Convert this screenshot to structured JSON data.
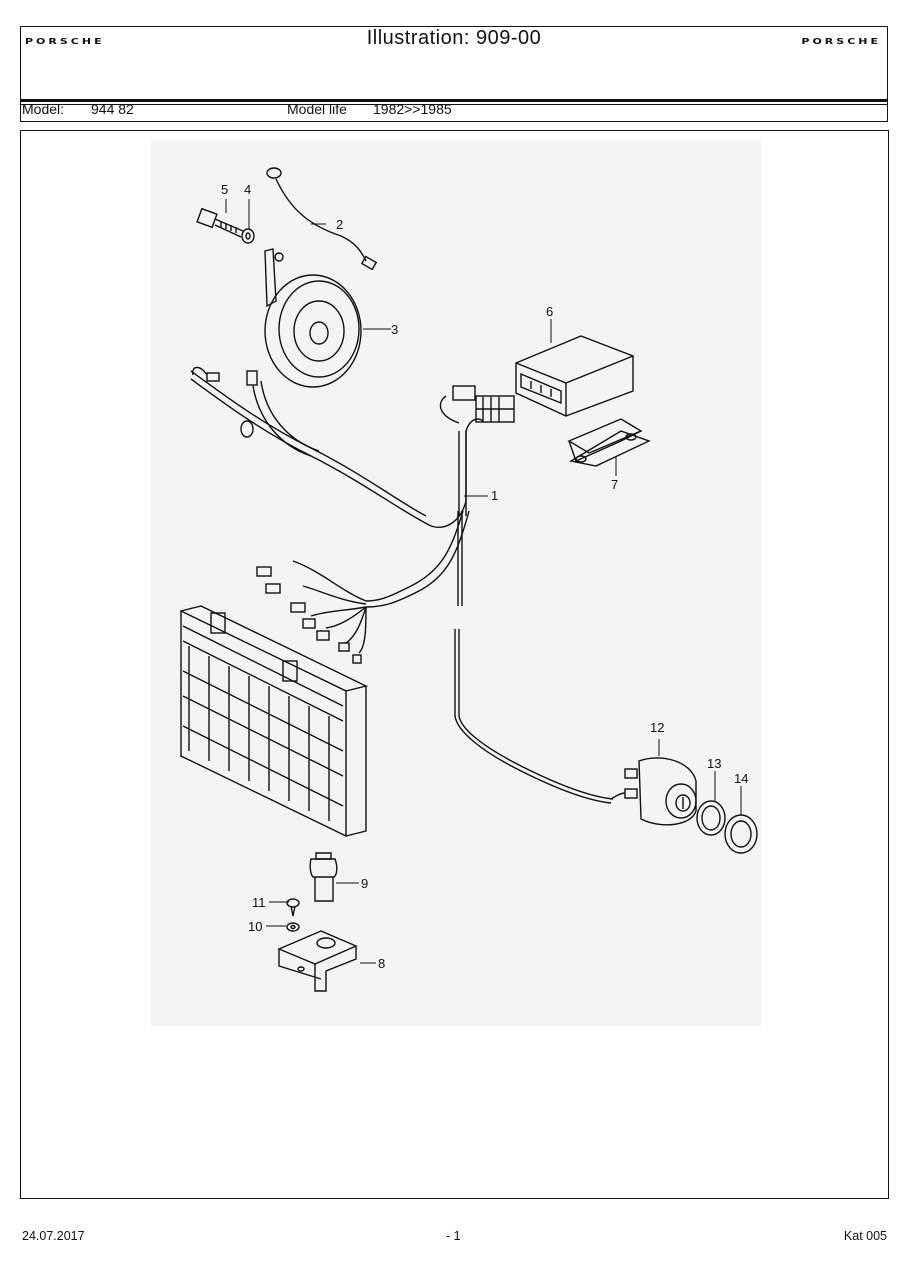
{
  "header": {
    "brand": "PORSCHE",
    "title": "Illustration: 909-00",
    "model_label": "Model:",
    "model_value": "944 82",
    "model_life_label": "Model life",
    "model_life_value": "1982>>1985"
  },
  "diagram": {
    "callouts": [
      "1",
      "2",
      "3",
      "4",
      "5",
      "6",
      "7",
      "8",
      "9",
      "10",
      "11",
      "12",
      "13",
      "14"
    ]
  },
  "footer": {
    "date": "24.07.2017",
    "page": "- 1",
    "catalog": "Kat 005"
  }
}
